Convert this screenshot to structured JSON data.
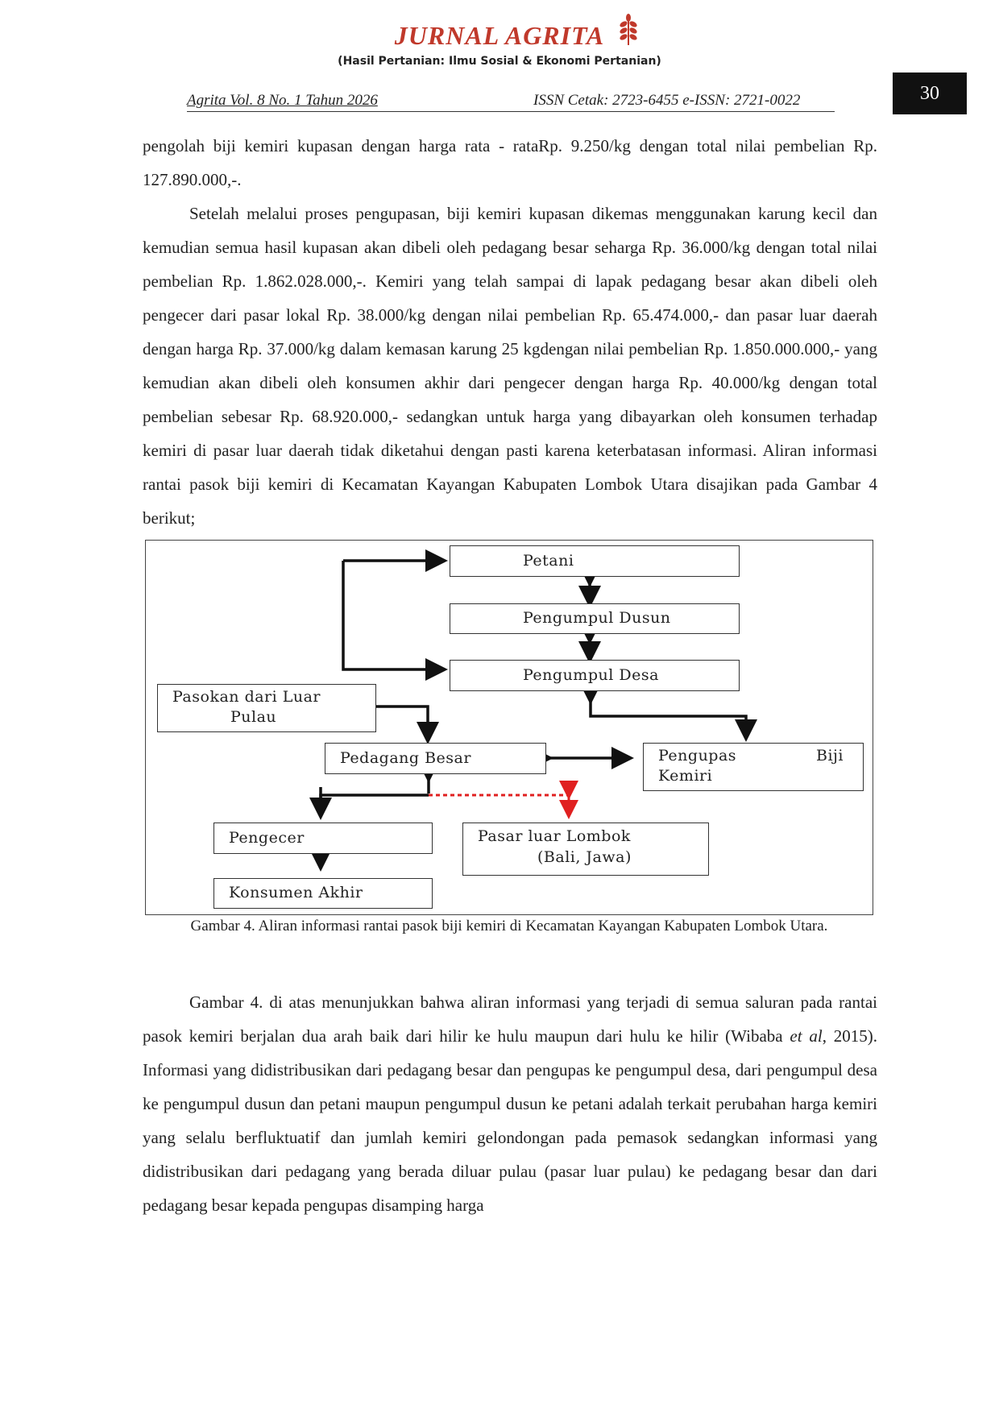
{
  "header": {
    "journal_name": "JURNAL AGRITA",
    "journal_subtitle": "(Hasil Pertanian: Ilmu Sosial & Ekonomi Pertanian)",
    "volume": "Agrita Vol. 8  No. 1 Tahun 2026",
    "issn": "ISSN Cetak: 2723-6455 e-ISSN: 2721-0022",
    "page_number": "30",
    "logo_icon": "wheat-icon"
  },
  "body_top": {
    "p1": "pengolah biji kemiri kupasan dengan harga rata - rataRp. 9.250/kg dengan total nilai pembelian Rp. 127.890.000,-.",
    "p2": "Setelah melalui proses pengupasan, biji kemiri kupasan dikemas menggunakan karung kecil dan kemudian semua hasil kupasan akan dibeli oleh pedagang besar seharga Rp. 36.000/kg dengan total nilai pembelian Rp. 1.862.028.000,-. Kemiri yang telah sampai di lapak pedagang besar akan dibeli oleh pengecer dari pasar lokal Rp. 38.000/kg dengan nilai pembelian Rp. 65.474.000,- dan pasar luar daerah dengan harga Rp. 37.000/kg dalam kemasan karung 25 kgdengan nilai pembelian Rp. 1.850.000.000,- yang kemudian akan dibeli oleh konsumen akhir dari pengecer dengan harga Rp. 40.000/kg dengan total pembelian sebesar Rp. 68.920.000,- sedangkan untuk harga yang dibayarkan oleh konsumen terhadap kemiri di pasar luar daerah tidak diketahui dengan pasti karena keterbatasan informasi. Aliran informasi rantai pasok biji kemiri di Kecamatan Kayangan Kabupaten Lombok Utara disajikan pada Gambar 4 berikut;"
  },
  "diagram": {
    "petani": "Petani",
    "pengumpul_dusun": "Pengumpul Dusun",
    "pengumpul_desa": "Pengumpul Desa",
    "pasokan_line1": "Pasokan dari Luar",
    "pasokan_line2": "Pulau",
    "pedagang_besar": "Pedagang Besar",
    "pengupas_word": "Pengupas",
    "pengupas_biji": "Biji",
    "pengupas_kemiri": "Kemiri",
    "pengecer": "Pengecer",
    "pasar_line1": "Pasar luar Lombok",
    "pasar_line2": "(Bali, Jawa)",
    "konsumen": "Konsumen Akhir"
  },
  "caption": "Gambar 4. Aliran informasi rantai pasok biji kemiri di Kecamatan Kayangan Kabupaten Lombok Utara.",
  "body_bottom": {
    "p3_part1": "Gambar 4. di atas menunjukkan bahwa aliran informasi yang terjadi di semua saluran pada rantai pasok kemiri berjalan dua arah baik dari hilir ke hulu maupun dari hulu ke hilir (Wibaba ",
    "p3_etal": "et al",
    "p3_part2": ", 2015). Informasi yang didistribusikan dari pedagang besar dan pengupas ke pengumpul desa, dari pengumpul desa ke pengumpul dusun dan petani maupun pengumpul dusun ke petani adalah terkait perubahan harga kemiri yang selalu berfluktuatif dan jumlah kemiri gelondongan pada pemasok sedangkan informasi yang didistribusikan dari pedagang yang berada diluar pulau (pasar luar pulau) ke pedagang besar dan dari pedagang besar kepada pengupas disamping harga"
  },
  "colors": {
    "journal_red": "#c0392b",
    "dashed_arrow": "#e02020"
  }
}
